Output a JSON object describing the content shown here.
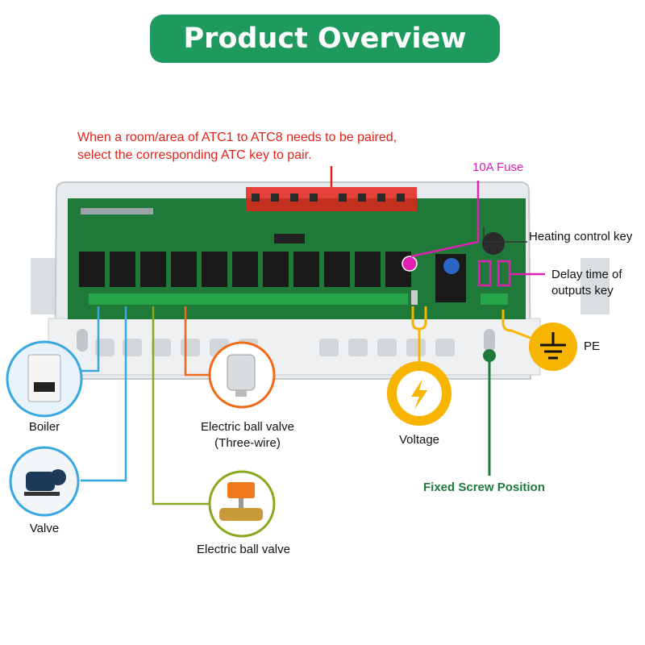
{
  "title": "Product Overview",
  "pairing_note": {
    "line1": "When a room/area of ATC1 to ATC8 needs to be paired,",
    "line2": "select the corresponding ATC key to pair."
  },
  "callouts": {
    "fuse": "10A Fuse",
    "heating_key": "Heating control key",
    "delay_line1": "Delay time of",
    "delay_line2": "outputs key",
    "pe": "PE",
    "voltage": "Voltage",
    "fixed_screw": "Fixed Screw Position",
    "boiler": "Boiler",
    "valve": "Valve",
    "ball_valve_3w_line1": "Electric ball valve",
    "ball_valve_3w_line2": "(Three-wire)",
    "ball_valve": "Electric ball valve"
  },
  "colors": {
    "banner": "#1f9a5f",
    "note_red": "#e2231a",
    "fuse_magenta": "#e020b0",
    "voltage_yellow": "#f7b500",
    "screw_green": "#1e7a3a",
    "boiler_blue": "#39a8e0",
    "ball_valve_olive": "#8aa820",
    "three_wire_orange": "#f06a1a",
    "pcb_green": "#1f7a3a"
  },
  "icons": [
    "lightning-icon",
    "ground-icon",
    "boiler-icon",
    "pump-icon",
    "ball-valve-icon",
    "actuator-icon"
  ]
}
